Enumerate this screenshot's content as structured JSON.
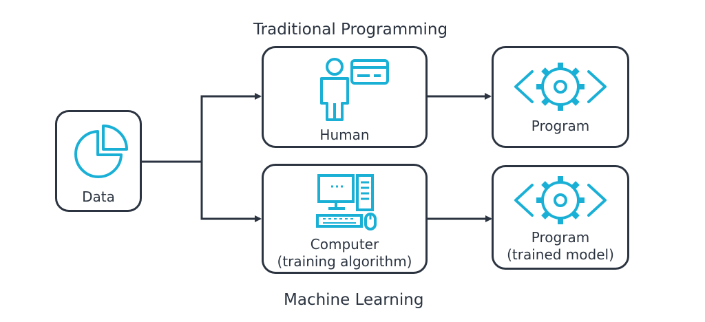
{
  "diagram": {
    "traditional_caption": "Traditional Programming",
    "ml_caption": "Machine Learning",
    "data_box": {
      "label": "Data",
      "icon": "pie-chart-icon"
    },
    "human_box": {
      "label": "Human",
      "icons": [
        "person-icon",
        "card-icon"
      ]
    },
    "program_box": {
      "label": "Program",
      "icon": "code-gear-icon"
    },
    "computer_box": {
      "line1": "Computer",
      "line2": "(training algorithm)",
      "icon": "desktop-computer-icon"
    },
    "trained_program_box": {
      "line1": "Program",
      "line2": "(trained model)",
      "icon": "code-gear-icon"
    },
    "colors": {
      "accent": "#1ab0d6",
      "stroke": "#2b3440"
    }
  }
}
